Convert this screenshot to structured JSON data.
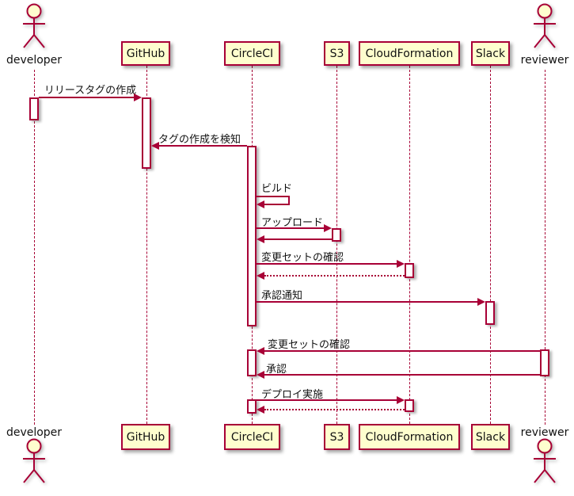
{
  "diagram": {
    "type": "sequence",
    "participants": [
      {
        "name": "developer",
        "kind": "actor"
      },
      {
        "name": "GitHub",
        "kind": "participant"
      },
      {
        "name": "CircleCI",
        "kind": "participant"
      },
      {
        "name": "S3",
        "kind": "participant"
      },
      {
        "name": "CloudFormation",
        "kind": "participant"
      },
      {
        "name": "Slack",
        "kind": "participant"
      },
      {
        "name": "reviewer",
        "kind": "actor"
      }
    ],
    "messages": [
      {
        "from": "developer",
        "to": "GitHub",
        "label": "リリースタグの作成",
        "line": "solid"
      },
      {
        "from": "CircleCI",
        "to": "GitHub",
        "label": "タグの作成を検知",
        "line": "solid"
      },
      {
        "from": "CircleCI",
        "to": "CircleCI",
        "label": "ビルド",
        "line": "solid-self"
      },
      {
        "from": "CircleCI",
        "to": "S3",
        "label": "アップロード",
        "line": "solid"
      },
      {
        "from": "S3",
        "to": "CircleCI",
        "label": "",
        "line": "solid-return"
      },
      {
        "from": "CircleCI",
        "to": "CloudFormation",
        "label": "変更セットの確認",
        "line": "solid"
      },
      {
        "from": "CloudFormation",
        "to": "CircleCI",
        "label": "",
        "line": "dotted-return"
      },
      {
        "from": "CircleCI",
        "to": "Slack",
        "label": "承認通知",
        "line": "solid"
      },
      {
        "from": "reviewer",
        "to": "CircleCI",
        "label": "変更セットの確認",
        "line": "solid"
      },
      {
        "from": "reviewer",
        "to": "CircleCI",
        "label": "承認",
        "line": "solid"
      },
      {
        "from": "CircleCI",
        "to": "CloudFormation",
        "label": "デプロイ実施",
        "line": "solid"
      },
      {
        "from": "CloudFormation",
        "to": "CircleCI",
        "label": "",
        "line": "dotted-return"
      }
    ],
    "colors": {
      "participant_fill": "#FEFECE",
      "stroke": "#A80036",
      "text": "#111111",
      "background": "#FFFFFF"
    }
  }
}
